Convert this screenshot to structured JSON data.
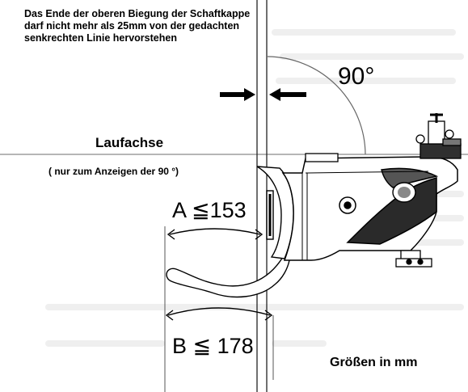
{
  "note": "Das Ende der oberen Biegung der Schaftkappe darf nicht mehr als 25mm von der gedachten senkrechten Linie hervorstehen",
  "angle_label": "90°",
  "axis_label": "Laufachse",
  "axis_hint": "( nur zum Anzeigen der 90 °)",
  "dimension_a": "A ≦153",
  "dimension_b": "B ≦ 178",
  "units_note": "Größen in mm"
}
